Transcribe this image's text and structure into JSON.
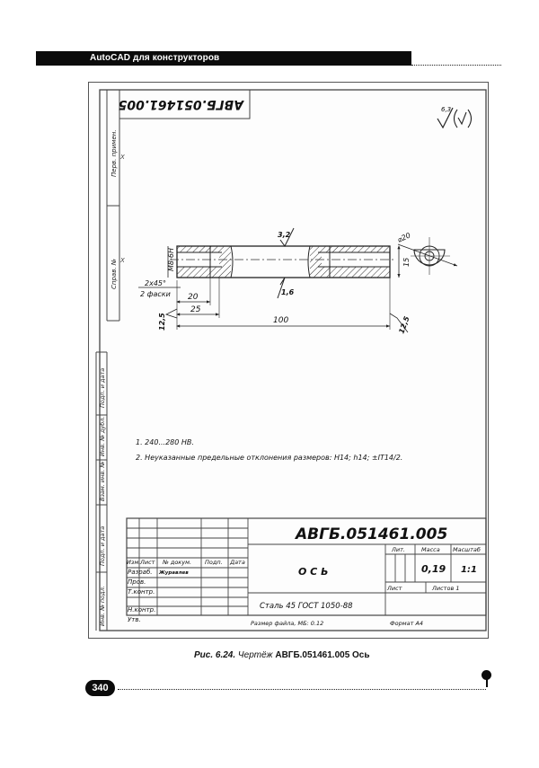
{
  "header": {
    "running_title": "AutoCAD для конструкторов"
  },
  "drawing": {
    "designation_rotated": "АВГБ.051461.005",
    "roughness_general": "6,3",
    "left_strip_top": [
      {
        "label": "Перв. примен.",
        "value": "X"
      },
      {
        "label": "Справ. №",
        "value": "X"
      }
    ],
    "left_strip_bottom": [
      {
        "label": "Подп. и дата"
      },
      {
        "label": "Инв. № дубл."
      },
      {
        "label": "Взам. инв. №"
      },
      {
        "label": "Подп. и дата"
      },
      {
        "label": "Инв. № подл."
      }
    ],
    "dimensions": {
      "thread": "М8-6Н",
      "chamfer": "2х45°",
      "chamfer_count": "2 фаски",
      "d20": "20",
      "d25": "25",
      "d100": "100",
      "d15": "15",
      "diameter": "⌀20",
      "roughness_top": "3,2",
      "roughness_bottom": "1,6",
      "roughness_left": "12,5",
      "roughness_right": "12,5"
    },
    "notes": [
      "1. 240...280 НВ.",
      "2. Неуказанные предельные отклонения размеров: Н14; h14; ±IT14/2."
    ],
    "title_block": {
      "designation": "АВГБ.051461.005",
      "part_name": "О С Ь",
      "material": "Сталь 45 ГОСТ 1050-88",
      "header_cols": [
        "Изм.",
        "Лист",
        "№ докум.",
        "Подп.",
        "Дата"
      ],
      "rows": [
        {
          "role": "Разраб.",
          "name": "Журавлев"
        },
        {
          "role": "Пров.",
          "name": ""
        },
        {
          "role": "Т.контр.",
          "name": ""
        },
        {
          "role": "",
          "name": ""
        },
        {
          "role": "Н.контр.",
          "name": ""
        },
        {
          "role": "Утв.",
          "name": ""
        }
      ],
      "lit_label": "Лит.",
      "mass_label": "Масса",
      "scale_label": "Масштаб",
      "mass_value": "0,19",
      "scale_value": "1:1",
      "sheet_label": "Лист",
      "sheets_label": "Листов 1",
      "file_size": "Размер файла, МБ: 0.12",
      "format": "Формат А4"
    }
  },
  "caption": {
    "prefix": "Рис. 6.24.",
    "middle": "Чертёж",
    "suffix": "АВГБ.051461.005 Ось"
  },
  "footer": {
    "page_number": "340"
  }
}
